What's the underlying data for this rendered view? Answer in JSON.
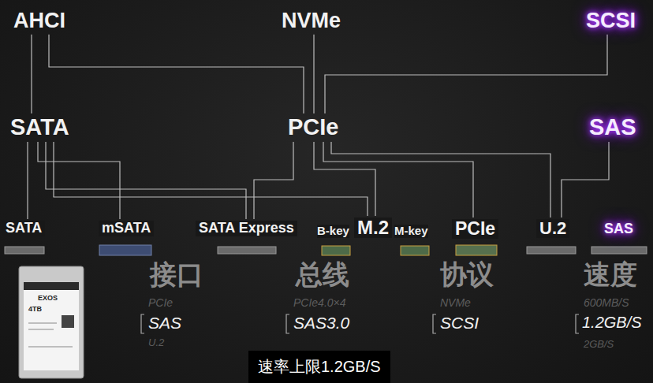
{
  "diagram": {
    "caption": "速率上限1.2GB/S",
    "nodes": [
      {
        "text": [
          "AHCI"
        ]
      },
      {
        "text": [
          "NVMe"
        ]
      },
      {
        "text": [
          "SCSI"
        ]
      },
      {
        "text": [
          "SATA"
        ]
      },
      {
        "text": [
          "PCIe"
        ]
      },
      {
        "text": [
          "SAS"
        ]
      },
      {
        "text": [
          "SATA"
        ]
      },
      {
        "text": [
          "mSATA"
        ]
      },
      {
        "text": [
          "SATA Express"
        ]
      },
      {
        "text": [
          "M.2"
        ]
      },
      {
        "text": [
          "PCIe"
        ]
      },
      {
        "text": [
          "U.2"
        ]
      },
      {
        "text": [
          "SAS"
        ]
      }
    ],
    "edges": [
      {
        "from": 0,
        "to": 3,
        "arrow": "none"
      },
      {
        "from": 0,
        "to": 4,
        "arrow": "none"
      },
      {
        "from": 1,
        "to": 4,
        "arrow": "none"
      },
      {
        "from": 2,
        "to": 4,
        "arrow": "none"
      },
      {
        "from": 2,
        "to": 5,
        "arrow": "none"
      },
      {
        "from": 3,
        "to": 6,
        "arrow": "none"
      },
      {
        "from": 3,
        "to": 7,
        "arrow": "none"
      },
      {
        "from": 3,
        "to": 8,
        "arrow": "none"
      },
      {
        "from": 3,
        "to": 9,
        "arrow": "none"
      },
      {
        "from": 4,
        "to": 8,
        "arrow": "none"
      },
      {
        "from": 4,
        "to": 9,
        "arrow": "none"
      },
      {
        "from": 4,
        "to": 10,
        "arrow": "none"
      },
      {
        "from": 4,
        "to": 11,
        "arrow": "none"
      },
      {
        "from": 5,
        "to": 11,
        "arrow": "none"
      },
      {
        "from": 5,
        "to": 12,
        "arrow": "none"
      }
    ],
    "labels": [
      "B-key",
      "M-key",
      "EXOS",
      "4TB",
      "接口",
      "PCIe",
      "SAS",
      "U.2",
      "总线",
      "PCIe4.0×4",
      "SAS3.0",
      "协议",
      "NVMe",
      "SCSI",
      "速度",
      "600MB/S",
      "1.2GB/S",
      "2GB/S"
    ]
  }
}
